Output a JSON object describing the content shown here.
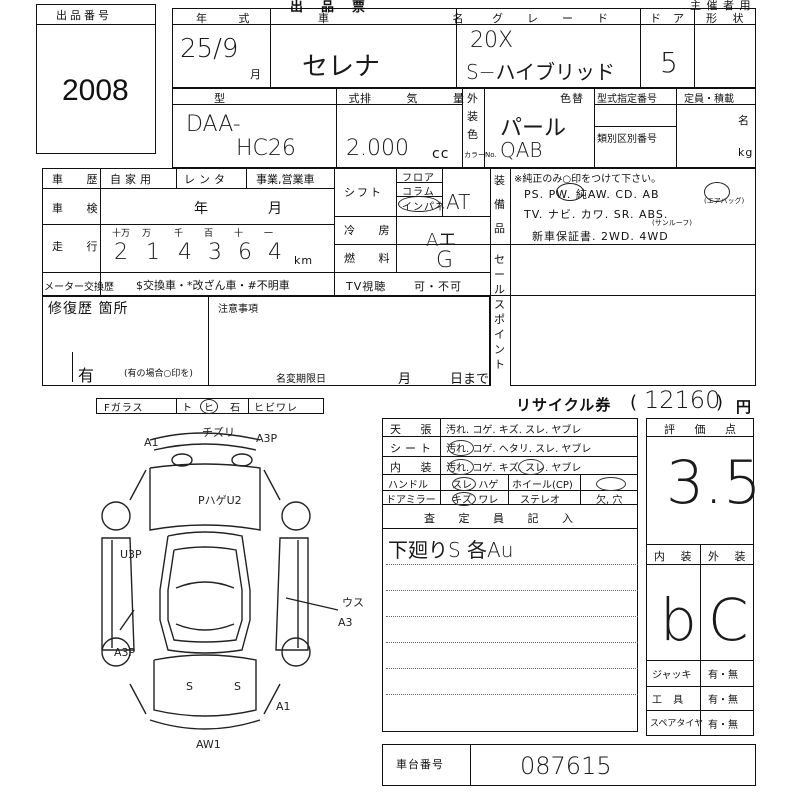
{
  "header": {
    "title": "出品票",
    "organizer": "主 催 者 用"
  },
  "lot": {
    "label": "出品番号",
    "value": "2008"
  },
  "top": {
    "year_label": "年 式",
    "year_value": "25/9",
    "month_unit": "月",
    "name_label": "車 名",
    "name_value": "セレナ",
    "grade_label": "グレード",
    "grade_value_1": "20X",
    "grade_value_2": "S−ハイブリッド",
    "door_label": "ドア",
    "door_value": "5",
    "shape_label": "形 状"
  },
  "model": {
    "label": "型 式",
    "value_1": "DAA-",
    "value_2": "HC26",
    "displacement_label": "排 気 量",
    "displacement_value": "2.000",
    "displacement_unit": "cc",
    "exterior_label_1": "外",
    "exterior_label_2": "装",
    "exterior_label_3": "色",
    "color_label": "色替",
    "color_value": "パール",
    "code_label": "カラーNo.",
    "code_value": "QAB",
    "type_spec_label": "型式指定番号",
    "class_label": "類別区別番号",
    "capacity_label": "定員・積載",
    "capacity_unit_1": "名",
    "capacity_unit_2": "kg"
  },
  "history": {
    "label": "車 歴",
    "options": [
      "自家用",
      "レンタ",
      "事業,営業車"
    ],
    "inspection_label": "車 検",
    "inspection_year": "年",
    "inspection_month": "月",
    "mileage_label": "走 行",
    "mileage_units": [
      "十万",
      "万",
      "千",
      "百",
      "十",
      "一"
    ],
    "mileage_digits": [
      "2",
      "1",
      "4",
      "3",
      "6",
      "4"
    ],
    "mileage_unit": "km",
    "meter_label": "メーター交換歴",
    "meter_options": "$交換車・*改ざん車・#不明車"
  },
  "shift": {
    "label": "シフト",
    "options": [
      "フロア",
      "コラム",
      "インパネ"
    ],
    "value": "AT",
    "ac_label": "冷 房",
    "ac_value": "Aエ",
    "fuel_label": "燃 料",
    "fuel_value": "G",
    "tv_label": "TV視聴",
    "tv_value": "可・不可"
  },
  "equipment": {
    "label_1": "装",
    "label_2": "備",
    "label_3": "品",
    "note": "※純正のみ○印をつけて下さい。",
    "line_1": "PS. PW. 純AW. CD. AB",
    "line_2": "TV. ナビ. カワ. SR. ABS.",
    "sub_1": "(エアバッグ)",
    "sub_2": "(サンルーフ)",
    "line_3": "新車保証書. 2WD. 4WD"
  },
  "sales_point": {
    "label": "セールスポイント"
  },
  "repair": {
    "label": "修復歴 箇所",
    "value": "有",
    "note": "(有の場合○印を)",
    "notes_label": "注意事項",
    "deadline_label": "名変期限日",
    "month_unit": "月",
    "day_unit": "日まで"
  },
  "glass": {
    "label": "Fガラス",
    "options": [
      "ト",
      "ヒ",
      "石",
      "ヒビワレ"
    ]
  },
  "recycle": {
    "label": "リサイクル券",
    "value": "12160",
    "unit": "円"
  },
  "condition": {
    "rows": [
      {
        "label": "天 張",
        "options": "汚れ. コゲ. キズ. スレ. ヤブレ"
      },
      {
        "label": "シート",
        "options": "汚れ. コゲ. ヘタリ. スレ. ヤブレ"
      },
      {
        "label": "内 装",
        "options": "汚れ. コゲ. キズ. スレ. ヤブレ"
      }
    ],
    "handle_label": "ハンドル",
    "handle_options": "スレ. ハゲ",
    "wheel_label": "ホイール(CP)",
    "mirror_label": "ドアミラー",
    "mirror_options": "キズ. ワレ",
    "stereo_label": "ステレオ",
    "stereo_options": "欠, 穴"
  },
  "inspector": {
    "label": "査 定 員 記 入",
    "value": "下廻りS 各Au"
  },
  "rating": {
    "label": "評 価 点",
    "value": "3.5",
    "interior_label": "内 装",
    "exterior_label": "外 装",
    "interior_value": "b",
    "exterior_value": "C"
  },
  "accessories": [
    {
      "label": "ジャッキ",
      "value": "有・無"
    },
    {
      "label": "工 具",
      "value": "有・無"
    },
    {
      "label": "スペアタイヤ",
      "value": "有・無"
    }
  ],
  "chassis": {
    "label": "車台番号",
    "value": "087615"
  },
  "diagram": {
    "notes": [
      "A1",
      "チズリ",
      "A3P",
      "PハゲU2",
      "U3P",
      "ウス",
      "A3",
      "A3P",
      "S",
      "S",
      "A1",
      "AW1"
    ]
  }
}
